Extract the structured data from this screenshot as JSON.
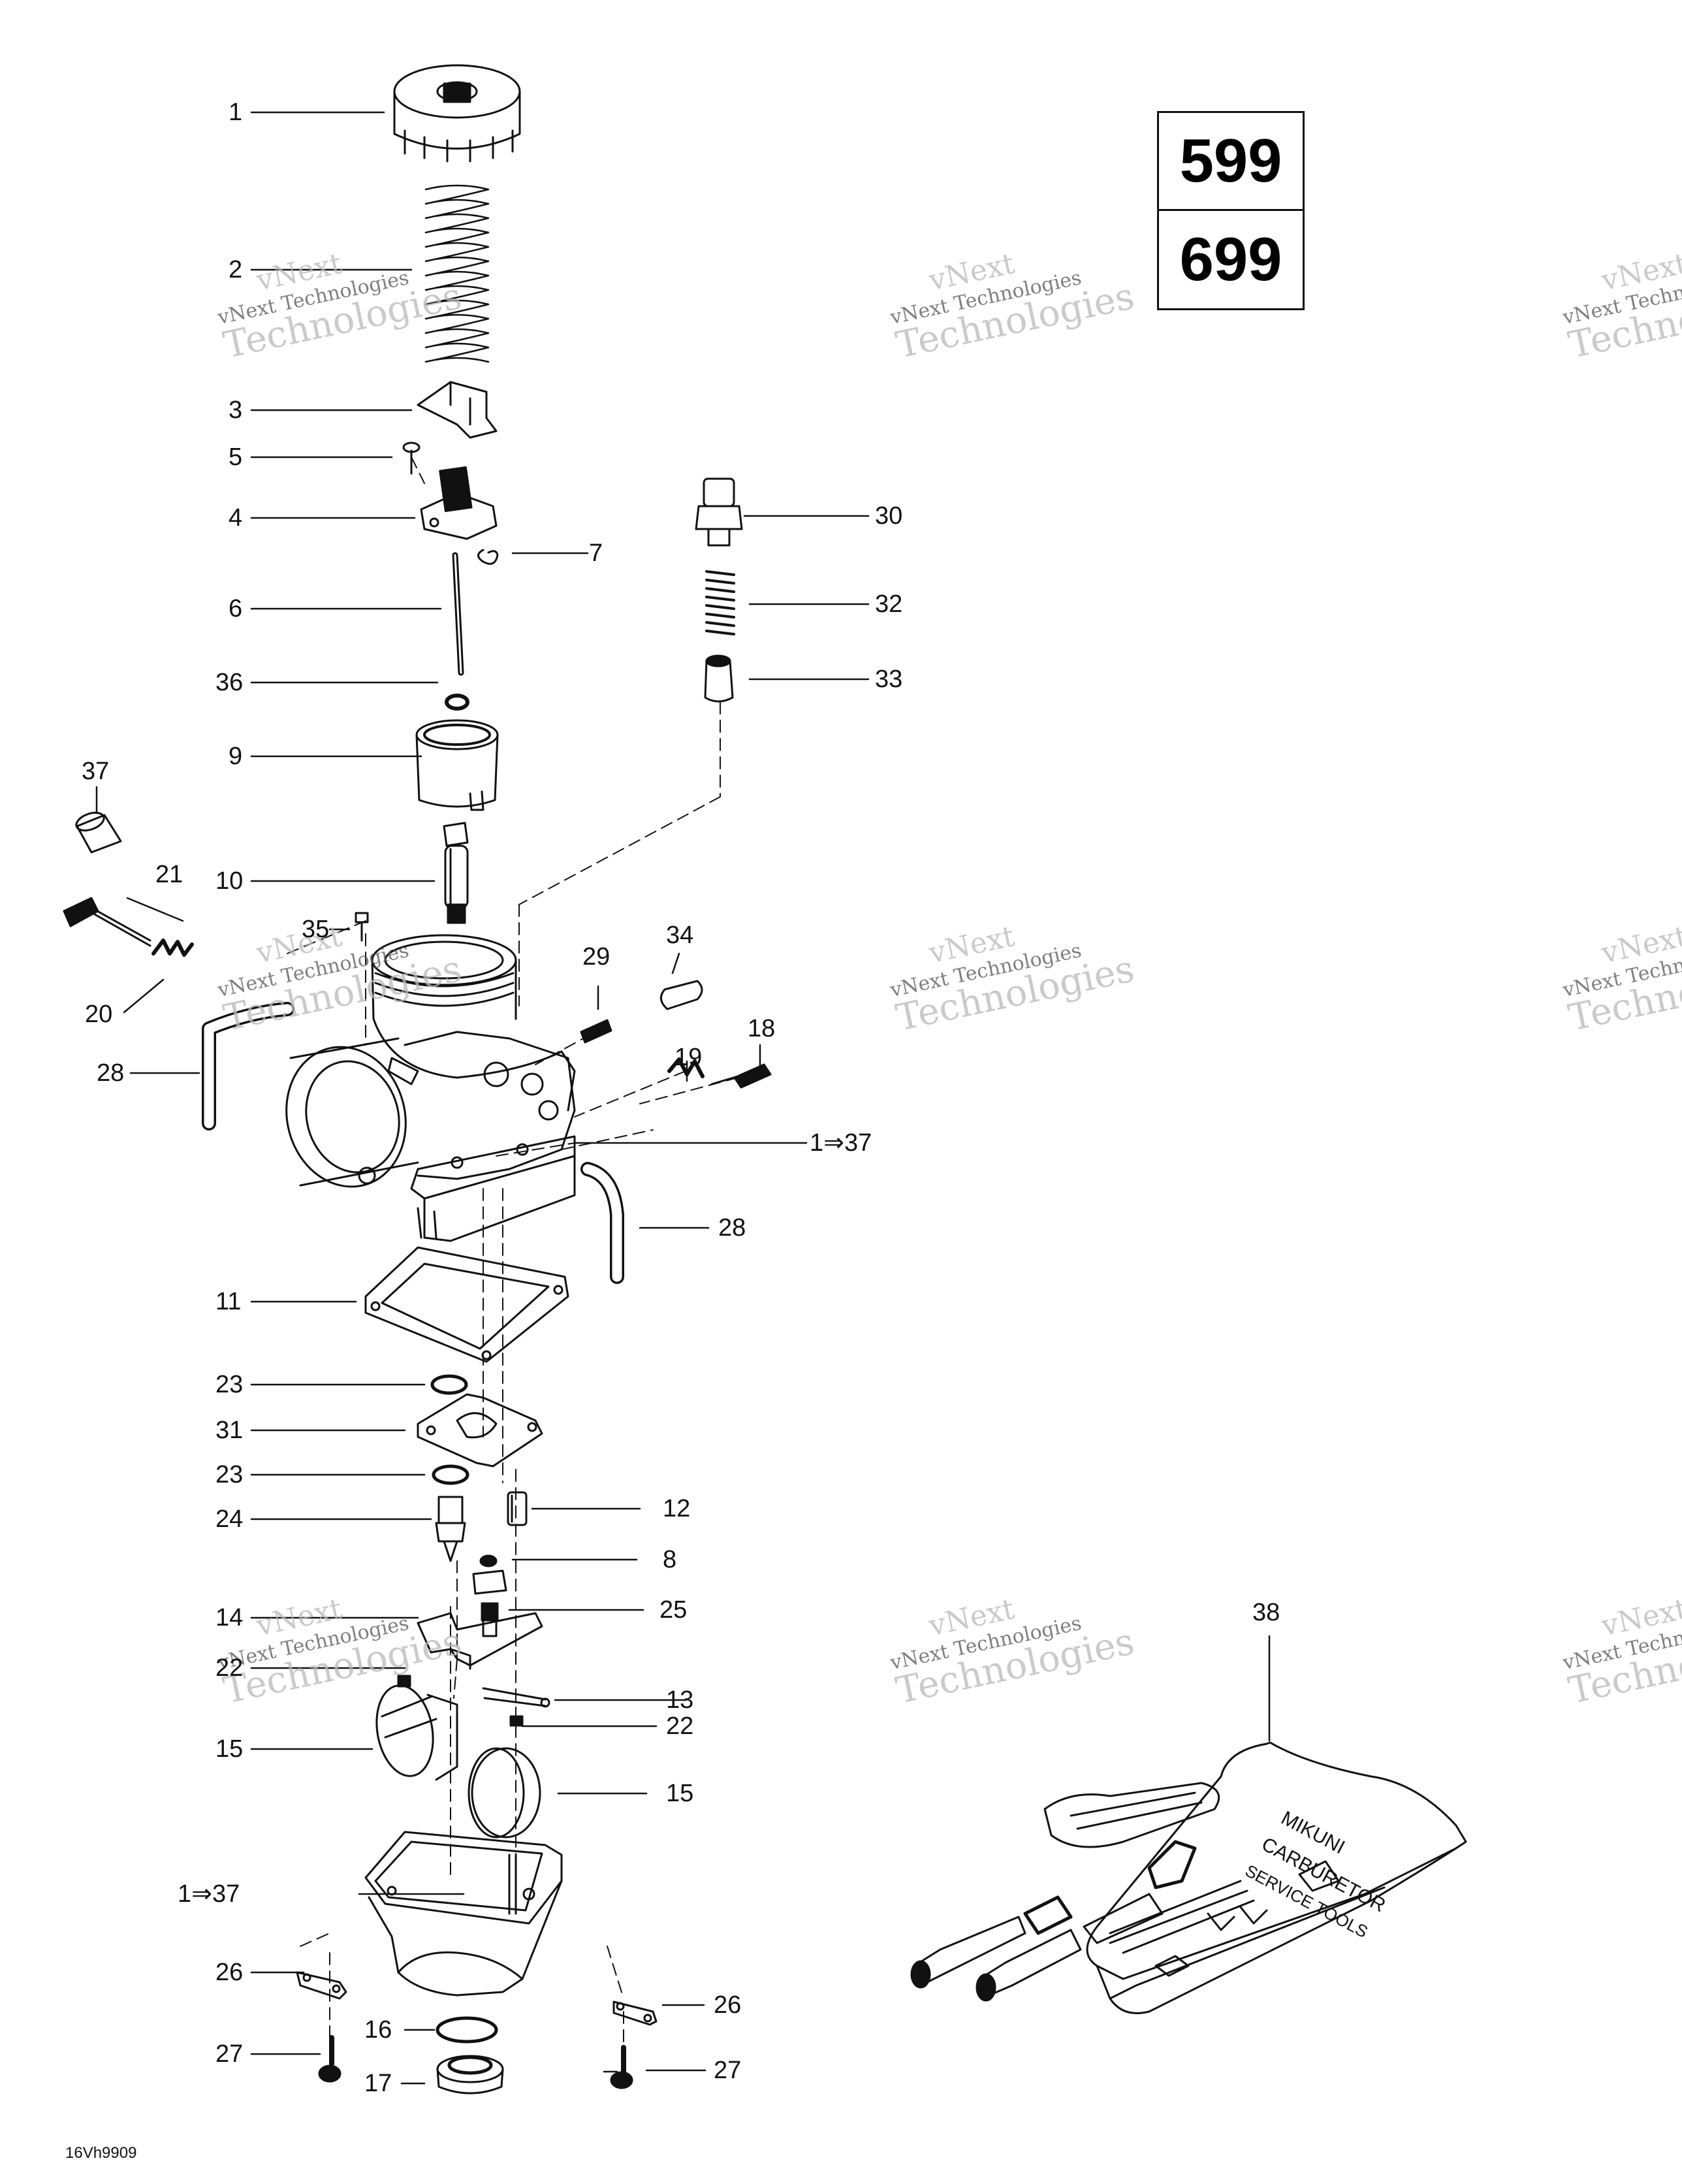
{
  "models": [
    "599",
    "699"
  ],
  "drawing_code": "16Vh9909",
  "watermark": {
    "line1": "vNext",
    "line2": "vNext Technologies",
    "line3": "Technologies"
  },
  "callouts": [
    "1",
    "2",
    "3",
    "5",
    "4",
    "7",
    "6",
    "36",
    "9",
    "37",
    "21",
    "10",
    "35",
    "20",
    "28",
    "30",
    "32",
    "33",
    "29",
    "34",
    "19",
    "18",
    "1⇒37",
    "28",
    "11",
    "23",
    "31",
    "23",
    "24",
    "12",
    "8",
    "25",
    "14",
    "22",
    "13",
    "22",
    "15",
    "15",
    "1⇒37",
    "26",
    "26",
    "16",
    "27",
    "27",
    "17",
    "38"
  ]
}
